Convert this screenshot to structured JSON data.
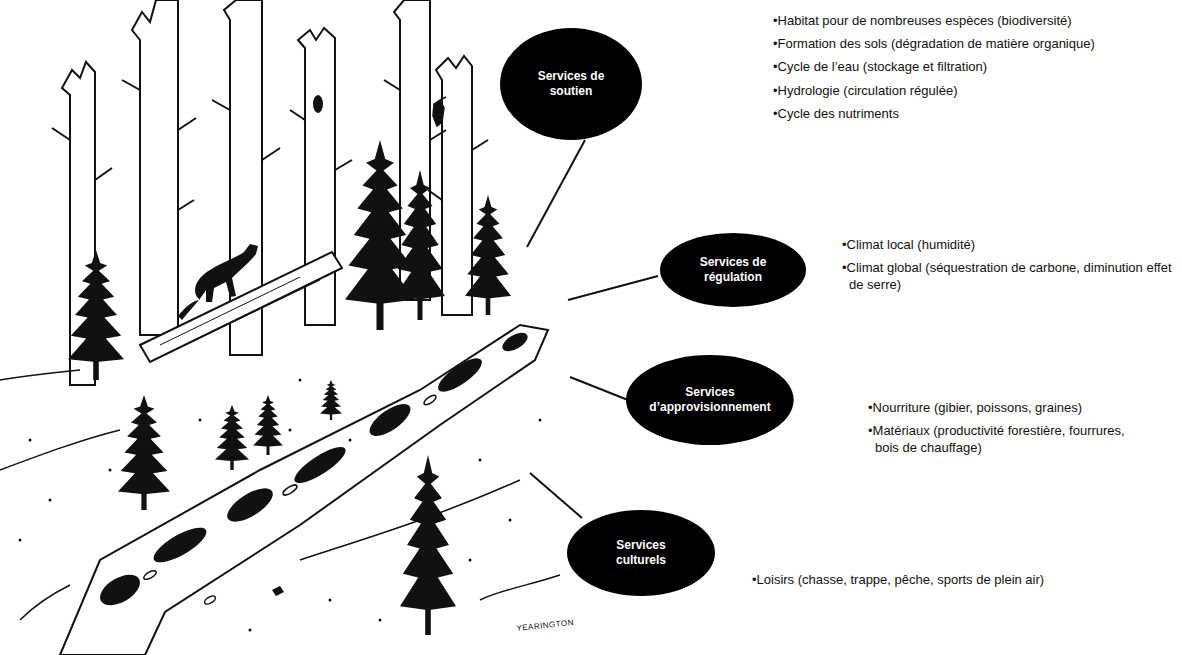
{
  "diagram": {
    "nodes": [
      {
        "text": [
          "Services de soutien"
        ]
      },
      {
        "text": [
          "Services de régulation"
        ]
      },
      {
        "text": [
          "Services d’approvisionnement"
        ]
      },
      {
        "text": [
          "Services culturels"
        ]
      }
    ],
    "labels": [
      "•Habitat pour de nombreuses espèces (biodiversité)",
      "•Formation des sols (dégradation de matière organique)",
      "•Cycle de l’eau (stockage et filtration)",
      "•Hydrologie (circulation régulée)",
      "•Cycle des nutriments",
      "•Climat local (humidité)",
      "•Climat global (séquestration de carbone, diminution effet de serre)",
      "•Nourriture (gibier, poissons, graines)",
      "•Matériaux (productivité forestière, fourrures, bois de chauffage)",
      "•Loisirs (chasse, trappe, pêche, sports de plein air)",
      "YEARINGTON"
    ]
  }
}
